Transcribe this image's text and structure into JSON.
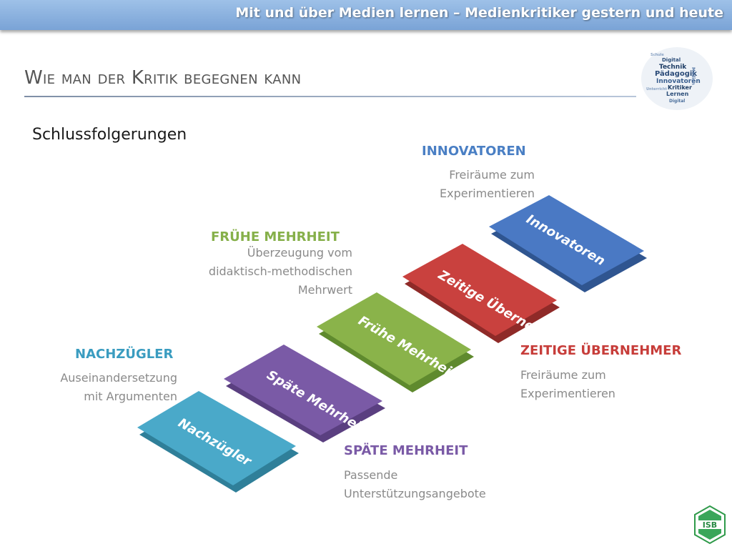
{
  "banner": {
    "title": "Mit und über Medien lernen – Medienkritiker gestern und heute"
  },
  "header": {
    "title": "Wie man der Kritik begegnen kann"
  },
  "main": {
    "subtitle": "Schlussfolgerungen",
    "steps": [
      {
        "label": "Nachzügler",
        "color": "#4aa9c9"
      },
      {
        "label": "Späte Mehrheit",
        "color": "#7a5aa6"
      },
      {
        "label": "Frühe Mehrheit",
        "color": "#8ab34a"
      },
      {
        "label": "Zeitige Übernehmer",
        "color": "#c9413e"
      },
      {
        "label": "Innovatoren",
        "color": "#4a79c4"
      }
    ],
    "groups": {
      "innovatoren": {
        "heading": "INNOVATOREN",
        "lines": [
          "Freiräume zum",
          "Experimentieren"
        ],
        "color": "#4a7fc4"
      },
      "fruehe": {
        "heading": "FRÜHE MEHRHEIT",
        "lines": [
          "Überzeugung vom",
          "didaktisch-methodischen",
          "Mehrwert"
        ],
        "color": "#86b04a"
      },
      "nachzuegler": {
        "heading": "NACHZÜGLER",
        "lines": [
          "Auseinandersetzung",
          "mit Argumenten"
        ],
        "color": "#3a9cc0"
      },
      "zeitige": {
        "heading": "ZEITIGE ÜBERNEHMER",
        "lines": [
          "Freiräume zum",
          "Experimentieren"
        ],
        "color": "#c73d3a"
      },
      "spaete": {
        "heading": "SPÄTE MEHRHEIT",
        "lines": [
          "Passende",
          "Unterstützungsangebote"
        ],
        "color": "#7a5aa6"
      }
    }
  },
  "logo": {
    "text": "ISB"
  },
  "word_cloud": {
    "words": [
      "Digital",
      "Technik",
      "Pädagogik",
      "Innovatoren",
      "Kritiker",
      "Lernen",
      "Medien",
      "Digital",
      "Schule",
      "Unterricht"
    ]
  }
}
